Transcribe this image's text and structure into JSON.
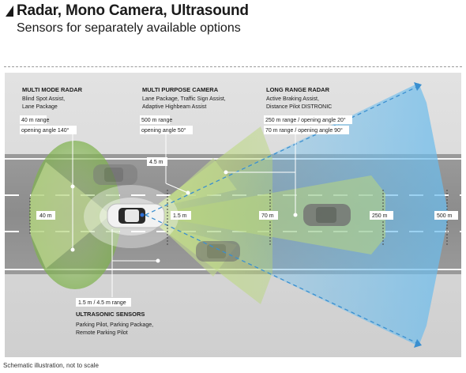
{
  "header": {
    "title": "Radar, Mono Camera, Ultrasound",
    "subtitle": "Sensors for separately available options"
  },
  "sensors": {
    "multi_mode_radar": {
      "heading": "MULTI MODE RADAR",
      "lines": [
        "Blind Spot Assist,",
        "Lane Package"
      ],
      "specs": [
        "40 m range",
        "opening angle 140°"
      ],
      "range_marker": "40 m"
    },
    "multi_purpose_camera": {
      "heading": "MULTI PURPOSE CAMERA",
      "lines": [
        "Lane Package, Traffic Sign Assist,",
        "Adaptive Highbeam Assist"
      ],
      "specs": [
        "500 m range",
        "opening angle 50°"
      ],
      "range_marker": "500 m"
    },
    "long_range_radar": {
      "heading": "LONG RANGE RADAR",
      "lines": [
        "Active Braking Assist,",
        "Distance Pilot DISTRONIC"
      ],
      "specs": [
        "250 m range / opening angle 20°",
        "70 m range / opening angle 90°"
      ],
      "range_markers": [
        "70 m",
        "250 m"
      ]
    },
    "ultrasonic": {
      "heading": "ULTRASONIC SENSORS",
      "lines": [
        "Parking Pilot, Parking Package,",
        "Remote Parking Pilot"
      ],
      "specs": [
        "1.5 m / 4.5 m range"
      ],
      "range_markers": [
        "4.5 m",
        "1.5 m"
      ]
    }
  },
  "footnote": "Schematic illustration, not to scale",
  "colors": {
    "radar_green": "#8fbf5c",
    "camera_blue": "#5aa9dc",
    "road": "#8e8e8e",
    "background": "#d4d4d4"
  }
}
